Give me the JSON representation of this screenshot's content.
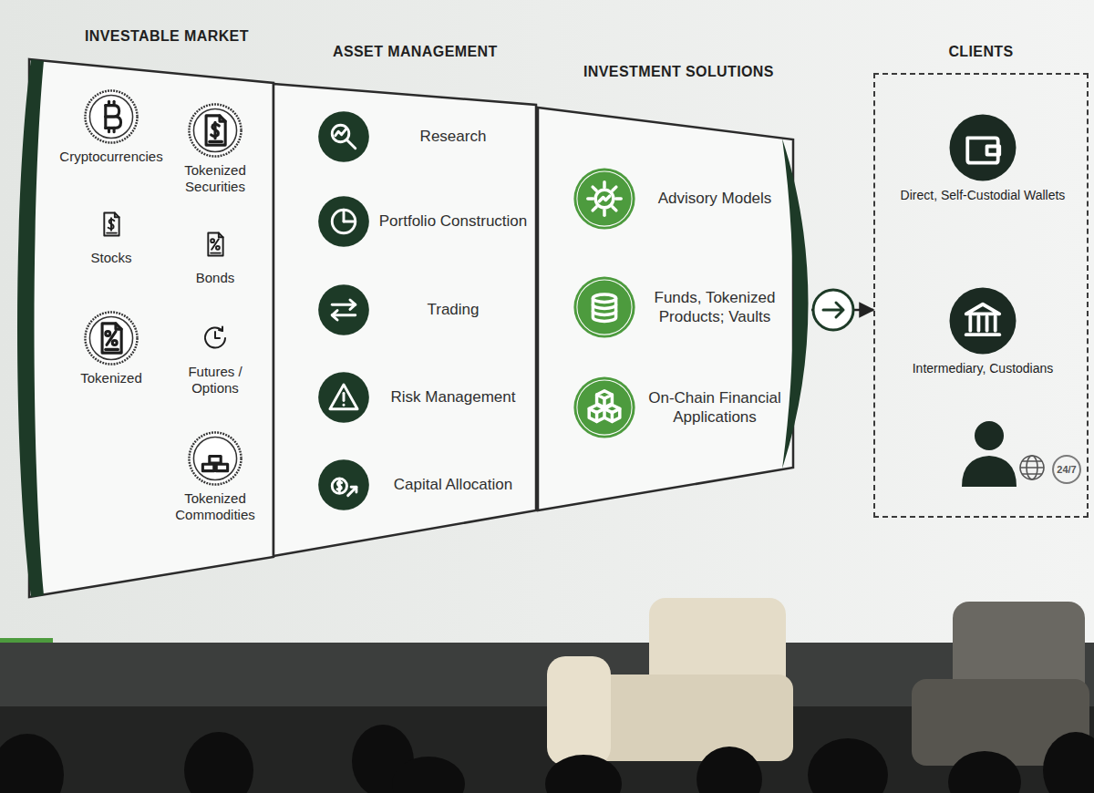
{
  "diagram": {
    "nodes": [
      {
        "text": [
          "INVESTABLE MARKET"
        ]
      },
      {
        "text": [
          "Cryptocurrencies"
        ],
        "in": 0
      },
      {
        "text": [
          "Tokenized Securities"
        ],
        "in": 0
      },
      {
        "text": [
          "Stocks"
        ],
        "in": 0
      },
      {
        "text": [
          "Bonds"
        ],
        "in": 0
      },
      {
        "text": [
          "Tokenized"
        ],
        "in": 0
      },
      {
        "text": [
          "Futures / Options"
        ],
        "in": 0
      },
      {
        "text": [
          "Tokenized Commodities"
        ],
        "in": 0
      },
      {
        "text": [
          "ASSET MANAGEMENT"
        ]
      },
      {
        "text": [
          "Research"
        ],
        "in": 8
      },
      {
        "text": [
          "Portfolio Construction"
        ],
        "in": 8
      },
      {
        "text": [
          "Trading"
        ],
        "in": 8
      },
      {
        "text": [
          "Risk Management"
        ],
        "in": 8
      },
      {
        "text": [
          "Capital Allocation"
        ],
        "in": 8
      },
      {
        "text": [
          "INVESTMENT SOLUTIONS"
        ]
      },
      {
        "text": [
          "Advisory Models"
        ],
        "in": 14
      },
      {
        "text": [
          "Funds, Tokenized Products; Vaults"
        ],
        "in": 14
      },
      {
        "text": [
          "On-Chain Financial Applications"
        ],
        "in": 14
      },
      {
        "text": [
          "CLIENTS"
        ]
      },
      {
        "text": [
          "Direct, Self-Custodial Wallets"
        ],
        "in": 18
      },
      {
        "text": [
          "Intermediary, Custodians"
        ],
        "in": 18
      },
      {
        "text": [
          "24/7"
        ],
        "in": 18
      }
    ],
    "edges": [
      {
        "from": 14,
        "to": 18,
        "arrow": "to"
      }
    ]
  }
}
